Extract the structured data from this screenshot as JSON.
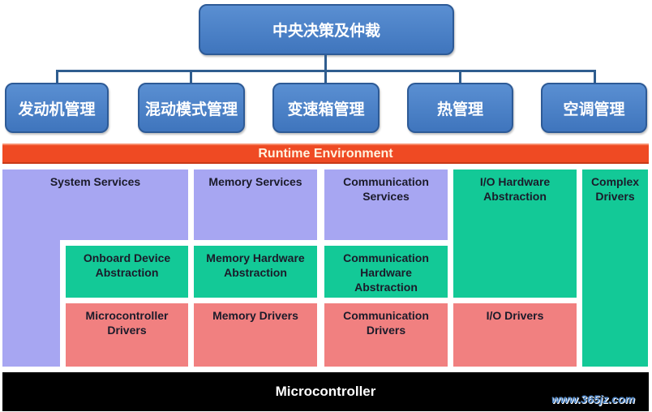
{
  "top": {
    "label": "中央决策及仲裁"
  },
  "managers": [
    {
      "label": "发动机管理"
    },
    {
      "label": "混动模式管理"
    },
    {
      "label": "变速箱管理"
    },
    {
      "label": "热管理"
    },
    {
      "label": "空调管理"
    }
  ],
  "runtime": {
    "label": "Runtime Environment"
  },
  "layers": {
    "system_services": "System Services",
    "memory_services": "Memory Services",
    "communication_services": "Communication Services",
    "io_hw_abstraction": "I/O Hardware Abstraction",
    "complex_drivers": "Complex Drivers",
    "onboard_device_abstraction": "Onboard Device Abstraction",
    "memory_hw_abstraction": "Memory Hardware Abstraction",
    "communication_hw_abstraction": "Communication Hardware Abstraction",
    "microcontroller_drivers": "Microcontroller Drivers",
    "memory_drivers": "Memory Drivers",
    "communication_drivers": "Communication Drivers",
    "io_drivers": "I/O Drivers"
  },
  "microcontroller": {
    "label": "Microcontroller"
  },
  "watermark": {
    "text": "www.365jz.com"
  },
  "colors": {
    "services": "#a7a6f2",
    "abstraction": "#13c997",
    "drivers": "#f18080",
    "runtime": "#ef4a23",
    "microcontroller": "#000000",
    "decision_boxes": "#4a80c8"
  }
}
